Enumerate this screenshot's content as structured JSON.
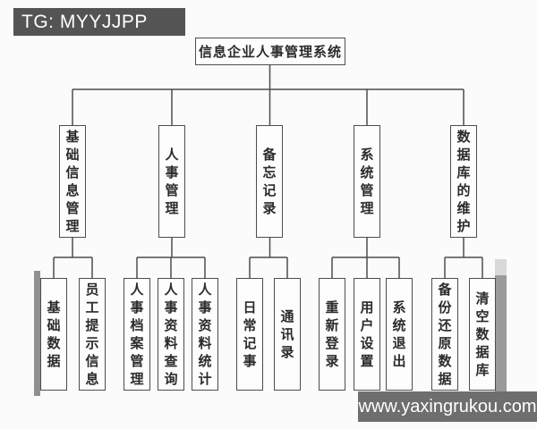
{
  "watermarks": {
    "top": "TG: MYYJJPP",
    "bottom": "www.yaxingrukou.com"
  },
  "colors": {
    "line": "#4d4d4d",
    "node_border": "#4d4d4d",
    "node_background": "#fdfdfd",
    "watermark_top_background": "#545454",
    "watermark_bottom_background": "#6e6e6e",
    "watermark_text": "#ffffff",
    "background": "#fbfbfb"
  },
  "tree": {
    "root": "信息企业人事管理系统",
    "branches": [
      {
        "label": "基础信息管理",
        "children": [
          "基础数据",
          "员工提示信息"
        ]
      },
      {
        "label": "人事管理",
        "children": [
          "人事档案管理",
          "人事资料查询",
          "人事资料统计"
        ]
      },
      {
        "label": "备忘记录",
        "children": [
          "日常记事",
          "通讯录"
        ]
      },
      {
        "label": "系统管理",
        "children": [
          "重新登录",
          "用户设置",
          "系统退出"
        ]
      },
      {
        "label": "数据库的维护",
        "children": [
          "备份还原数据",
          "清空数据库"
        ]
      }
    ]
  }
}
